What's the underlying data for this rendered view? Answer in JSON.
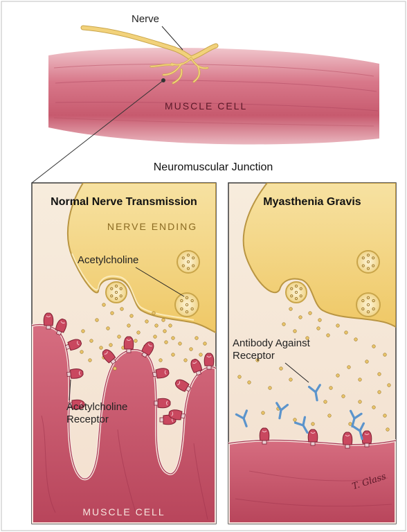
{
  "top": {
    "nerve_label": "Nerve",
    "muscle_cell_label": "MUSCLE CELL"
  },
  "junction_title": "Neuromuscular Junction",
  "panels": {
    "normal": {
      "title": "Normal Nerve Transmission",
      "nerve_ending_label": "NERVE ENDING",
      "acetylcholine_label": "Acetylcholine",
      "receptor_label_line1": "Acetylcholine",
      "receptor_label_line2": "Receptor",
      "muscle_cell_label": "MUSCLE CELL"
    },
    "mg": {
      "title": "Myasthenia Gravis",
      "antibody_label_line1": "Antibody Against",
      "antibody_label_line2": "Receptor"
    }
  },
  "signature": "T. Glass",
  "colors": {
    "muscle": "#c64b62",
    "muscle_light": "#e9b0ba",
    "nerve": "#f2d27b",
    "nerve_edge": "#c9a54a",
    "receptor": "#c9485f",
    "antibody": "#5b94cc",
    "cleft": "#fbf1ea",
    "frame": "#3a3a3a"
  }
}
